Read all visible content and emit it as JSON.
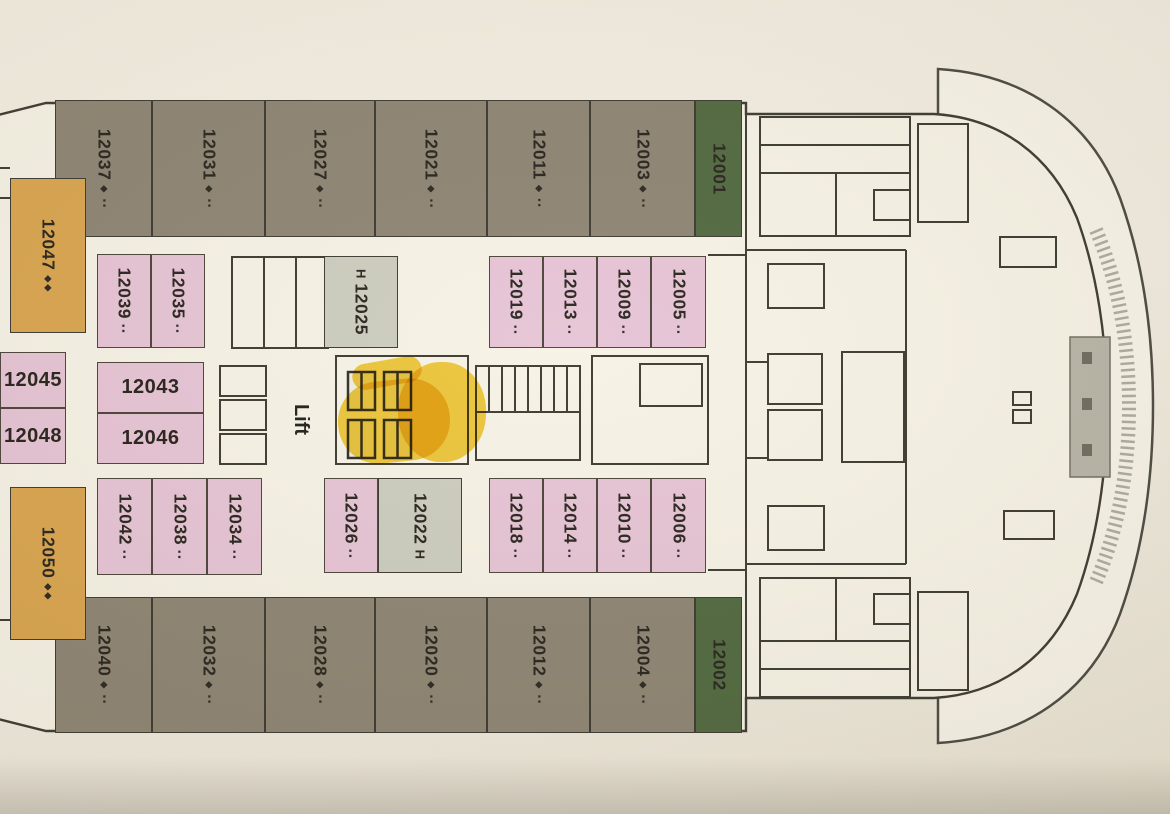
{
  "plan": {
    "lift_label": "Lift",
    "accessible_marker": "H",
    "colors": {
      "cabin_taupe": "#8d8372",
      "cabin_green": "#4f673d",
      "cabin_pink": "#e6c3d5",
      "cabin_orange": "#d9a44d",
      "cabin_accessible": "#cbccbe",
      "wall": "#3b392f",
      "highlight_marker": "#f2c414",
      "paper": "#f1ece0"
    },
    "cabins": {
      "top_row": [
        {
          "n": "12037",
          "sym": "◆ ▪▪"
        },
        {
          "n": "12031",
          "sym": "◆ ▪▪"
        },
        {
          "n": "12027",
          "sym": "◆ ▪▪"
        },
        {
          "n": "12021",
          "sym": "◆ ▪▪"
        },
        {
          "n": "12011",
          "sym": "◆ ▪▪"
        },
        {
          "n": "12003",
          "sym": "◆ ▪▪"
        },
        {
          "n": "12001",
          "sym": ""
        }
      ],
      "bottom_row": [
        {
          "n": "12040",
          "sym": "◆ ▪▪"
        },
        {
          "n": "12032",
          "sym": "◆ ▪▪"
        },
        {
          "n": "12028",
          "sym": "◆ ▪▪"
        },
        {
          "n": "12020",
          "sym": "◆ ▪▪"
        },
        {
          "n": "12012",
          "sym": "◆ ▪▪"
        },
        {
          "n": "12004",
          "sym": "◆ ▪▪"
        },
        {
          "n": "12002",
          "sym": ""
        }
      ],
      "port_outer": [
        {
          "n": "12047",
          "sym": "◆◆"
        },
        {
          "n": "12050",
          "sym": "◆◆"
        }
      ],
      "port_inner_pair": [
        {
          "n": "12045"
        },
        {
          "n": "12048"
        }
      ],
      "port_mid_pair": [
        {
          "n": "12043"
        },
        {
          "n": "12046"
        }
      ],
      "inner_top_left": [
        {
          "n": "12039",
          "sym": "▪▪"
        },
        {
          "n": "12035",
          "sym": "▪▪"
        }
      ],
      "inner_bottom_left": [
        {
          "n": "12042",
          "sym": "▪▪"
        },
        {
          "n": "12038",
          "sym": "▪▪"
        },
        {
          "n": "12034",
          "sym": "▪▪"
        }
      ],
      "inner_top_center": [
        {
          "n": "12025",
          "prefix": "H",
          "sym": ""
        }
      ],
      "inner_bottom_center": [
        {
          "n": "12026",
          "sym": "▪▪"
        },
        {
          "n": "12022",
          "suffix": "H",
          "sym": ""
        }
      ],
      "inner_top_right": [
        {
          "n": "12019",
          "sym": "▪▪"
        },
        {
          "n": "12013",
          "sym": "▪▪"
        },
        {
          "n": "12009",
          "sym": "▪▪"
        },
        {
          "n": "12005",
          "sym": "▪▪"
        }
      ],
      "inner_bottom_right": [
        {
          "n": "12018",
          "sym": "▪▪"
        },
        {
          "n": "12014",
          "sym": "▪▪"
        },
        {
          "n": "12010",
          "sym": "▪▪"
        },
        {
          "n": "12006",
          "sym": "▪▪"
        }
      ]
    }
  }
}
